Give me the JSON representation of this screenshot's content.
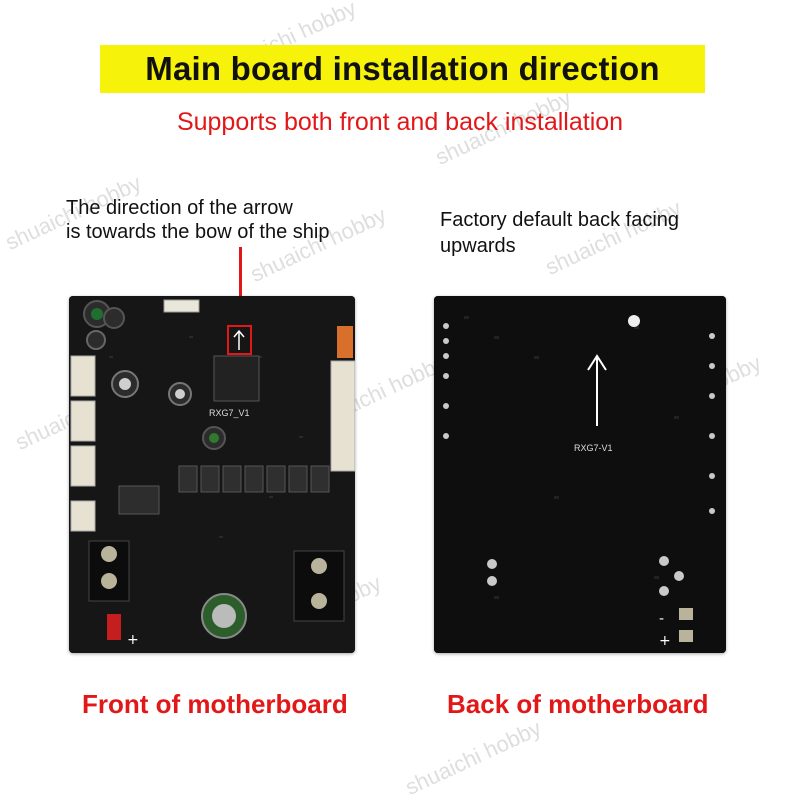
{
  "header": {
    "title": "Main board installation direction",
    "subtitle": "Supports both front and back installation"
  },
  "notes": {
    "left_line1": "The direction of the arrow",
    "left_line2": "is towards the bow of the ship",
    "right_line1": "Factory default back facing",
    "right_line2": "upwards"
  },
  "boards": {
    "front_label": "RXG7_V1",
    "back_label": "RXG7-V1",
    "front_caption": "Front of motherboard",
    "back_caption": "Back of motherboard"
  },
  "watermark": "shuaichi hobby",
  "colors": {
    "title_highlight": "#f7f20a",
    "accent_red": "#e21818",
    "board_black": "#161616"
  }
}
